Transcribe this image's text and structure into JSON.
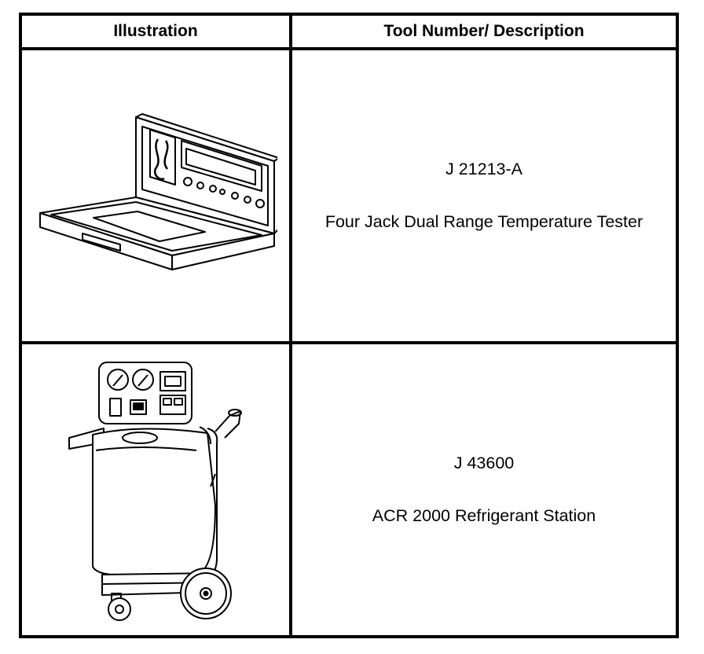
{
  "table": {
    "headers": {
      "illustration": "Illustration",
      "tool": "Tool Number/ Description"
    },
    "rows": [
      {
        "tool_number": "J 21213-A",
        "description": "Four Jack Dual Range Temperature Tester",
        "illustration_icon": "temperature-tester-case-illustration"
      },
      {
        "tool_number": "J 43600",
        "description": "ACR 2000 Refrigerant Station",
        "illustration_icon": "refrigerant-station-illustration"
      }
    ]
  }
}
